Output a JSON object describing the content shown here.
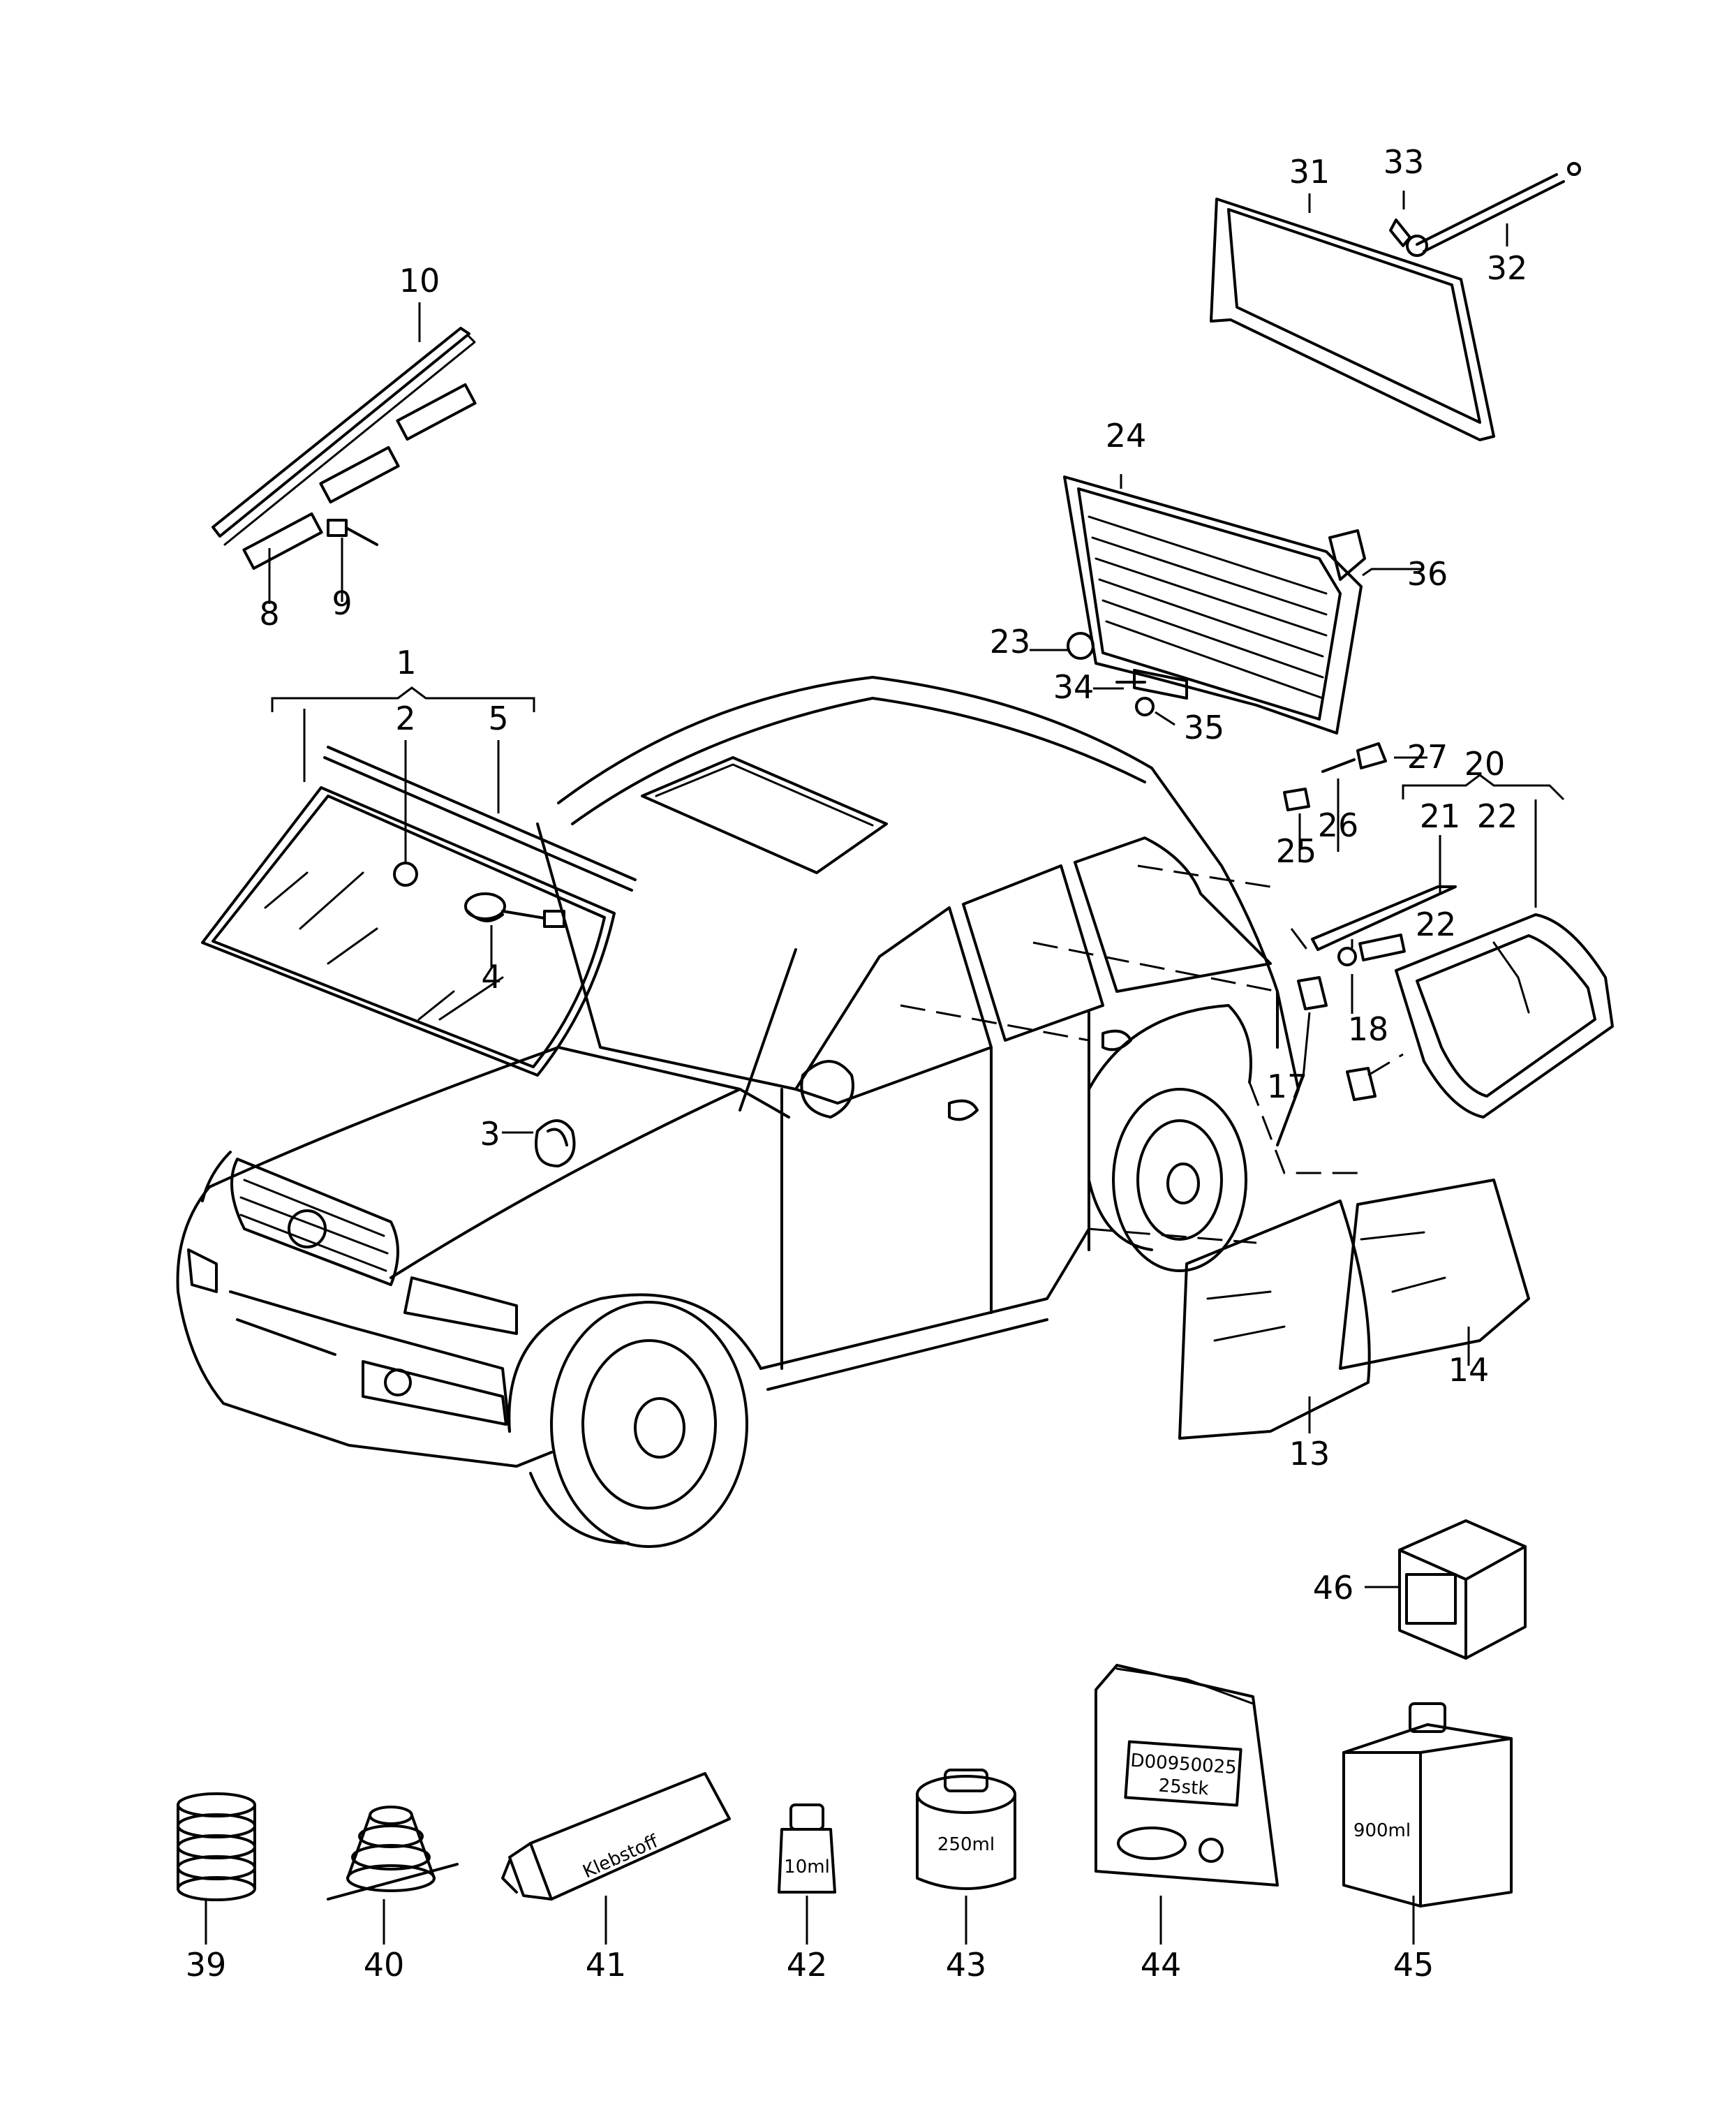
{
  "diagram": {
    "callouts": [
      "1",
      "2",
      "3",
      "4",
      "5",
      "8",
      "9",
      "10",
      "13",
      "14",
      "17",
      "18",
      "20",
      "21",
      "22",
      "22",
      "23",
      "24",
      "25",
      "26",
      "27",
      "31",
      "32",
      "33",
      "34",
      "35",
      "36",
      "39",
      "40",
      "41",
      "42",
      "43",
      "44",
      "45",
      "46"
    ]
  },
  "packaging": {
    "tube_text": "Klebstoff",
    "bottle_small": "10ml",
    "can_label": "250ml",
    "bag_code": "D00950025",
    "bag_qty": "25stk",
    "canister_label": "900ml"
  },
  "colors": {
    "line": "#000000",
    "background": "#ffffff"
  }
}
